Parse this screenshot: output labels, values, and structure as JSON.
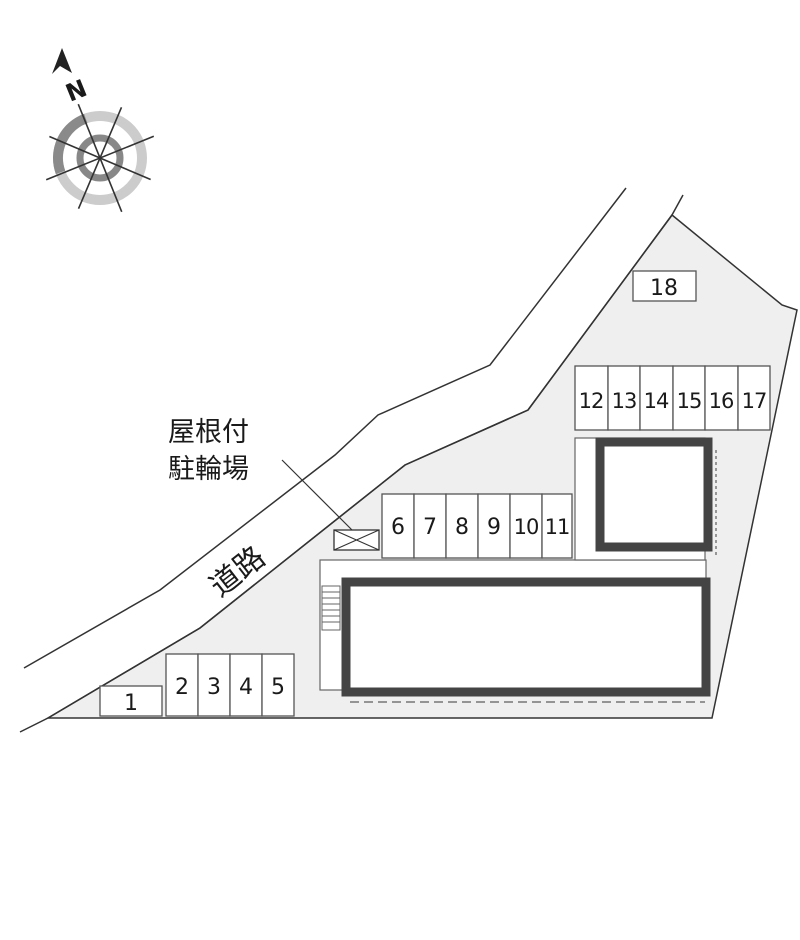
{
  "map": {
    "road_label": "道路",
    "bike_parking_label_line1": "屋根付",
    "bike_parking_label_line2": "駐輪場",
    "compass_label": "N",
    "parking_spaces": [
      "1",
      "2",
      "3",
      "4",
      "5",
      "6",
      "7",
      "8",
      "9",
      "10",
      "11",
      "12",
      "13",
      "14",
      "15",
      "16",
      "17",
      "18"
    ]
  }
}
